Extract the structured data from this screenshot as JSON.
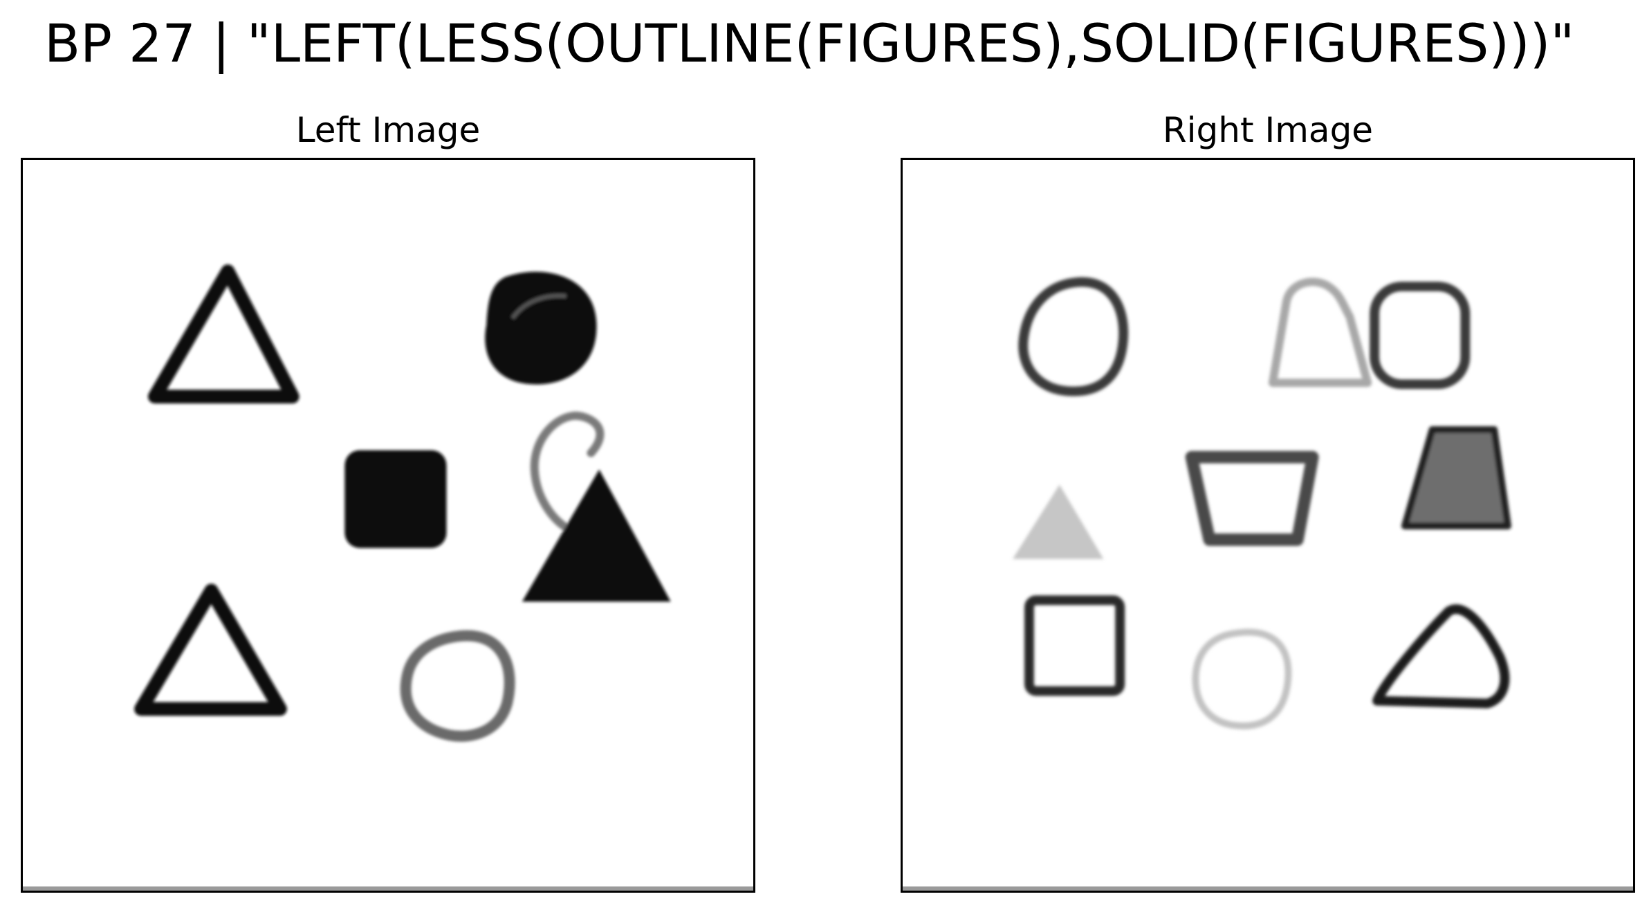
{
  "header": {
    "title": "BP 27 | \"LEFT(LESS(OUTLINE(FIGURES),SOLID(FIGURES)))\""
  },
  "panels": {
    "left": {
      "title": "Left Image"
    },
    "right": {
      "title": "Right Image"
    }
  },
  "colors": {
    "background": "#ffffff",
    "ink": "#000000",
    "solid_fill": "#111111",
    "grey_mid": "#6e6e6e",
    "grey_light": "#c8c8c8"
  }
}
